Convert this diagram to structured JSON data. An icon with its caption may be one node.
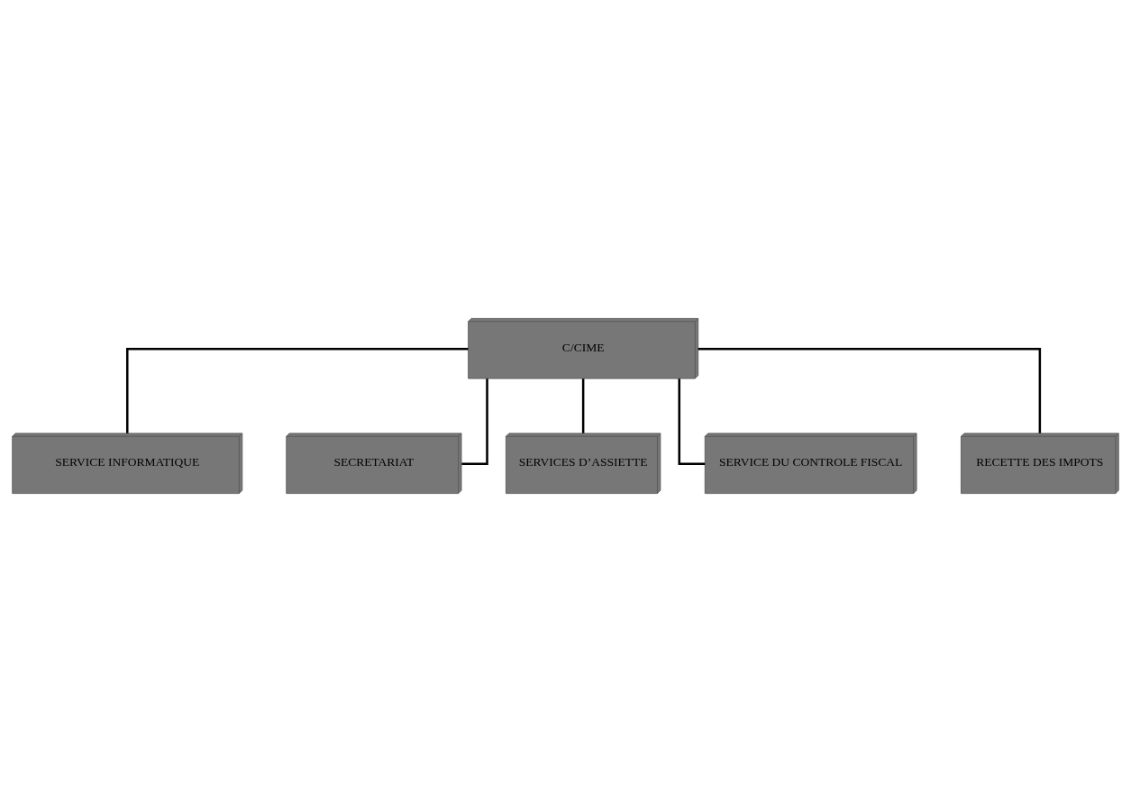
{
  "diagram": {
    "nodes": [
      {
        "text": [
          "C/CIME"
        ]
      },
      {
        "text": [
          "SERVICE INFORMATIQUE"
        ]
      },
      {
        "text": [
          "SECRETARIAT"
        ]
      },
      {
        "text": [
          "SERVICES D’ASSIETTE"
        ]
      },
      {
        "text": [
          "SERVICE DU CONTROLE FISCAL"
        ]
      },
      {
        "text": [
          "RECETTE DES IMPOTS"
        ]
      }
    ],
    "edges": [
      {
        "from": 0,
        "to": 1,
        "arrow": "none"
      },
      {
        "from": 0,
        "to": 2,
        "arrow": "none"
      },
      {
        "from": 0,
        "to": 3,
        "arrow": "none"
      },
      {
        "from": 0,
        "to": 4,
        "arrow": "none"
      },
      {
        "from": 0,
        "to": 5,
        "arrow": "none"
      }
    ]
  }
}
